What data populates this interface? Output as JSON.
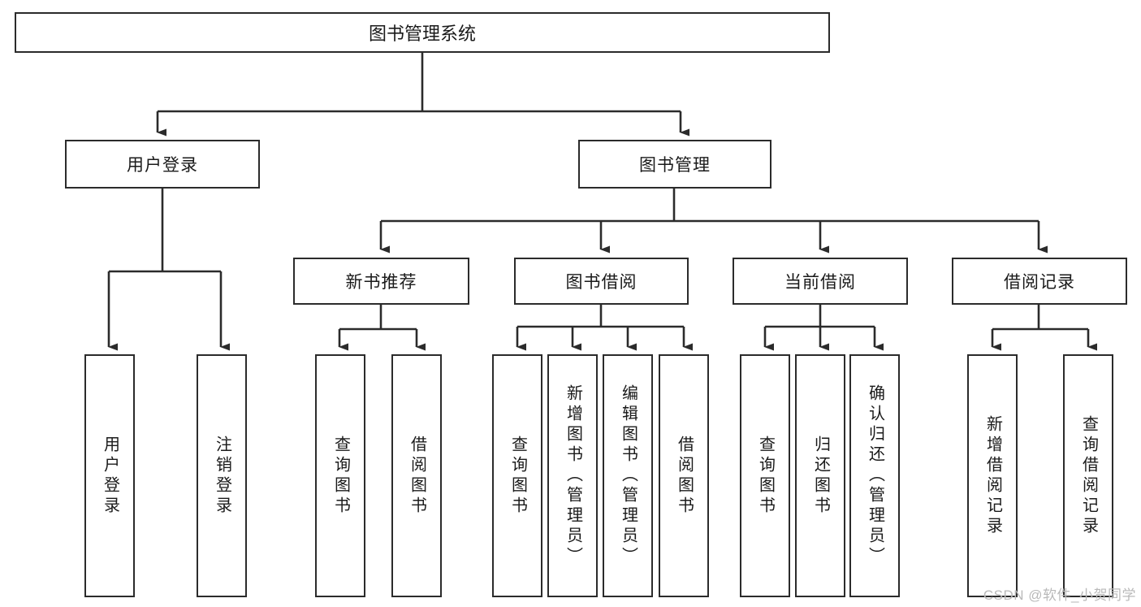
{
  "diagram": {
    "title": "图书管理系统",
    "type": "tree",
    "watermark": "CSDN @软件_小贺同学",
    "colors": {
      "stroke": "#2b2b2b",
      "fill": "#ffffff",
      "watermark": "#b9b9b9"
    },
    "nodes": {
      "root": {
        "label": "图书管理系统"
      },
      "level1": [
        {
          "label": "用户登录"
        },
        {
          "label": "图书管理"
        }
      ],
      "level2": [
        {
          "label": "新书推荐"
        },
        {
          "label": "图书借阅"
        },
        {
          "label": "当前借阅"
        },
        {
          "label": "借阅记录"
        }
      ],
      "leaves": [
        {
          "label": "用户登录"
        },
        {
          "label": "注销登录"
        },
        {
          "label": "查询图书"
        },
        {
          "label": "借阅图书"
        },
        {
          "label": "查询图书"
        },
        {
          "label": "新增图书（管理员）"
        },
        {
          "label": "编辑图书（管理员）"
        },
        {
          "label": "借阅图书"
        },
        {
          "label": "查询图书"
        },
        {
          "label": "归还图书"
        },
        {
          "label": "确认归还（管理员）"
        },
        {
          "label": "新增借阅记录"
        },
        {
          "label": "查询借阅记录"
        }
      ]
    }
  }
}
